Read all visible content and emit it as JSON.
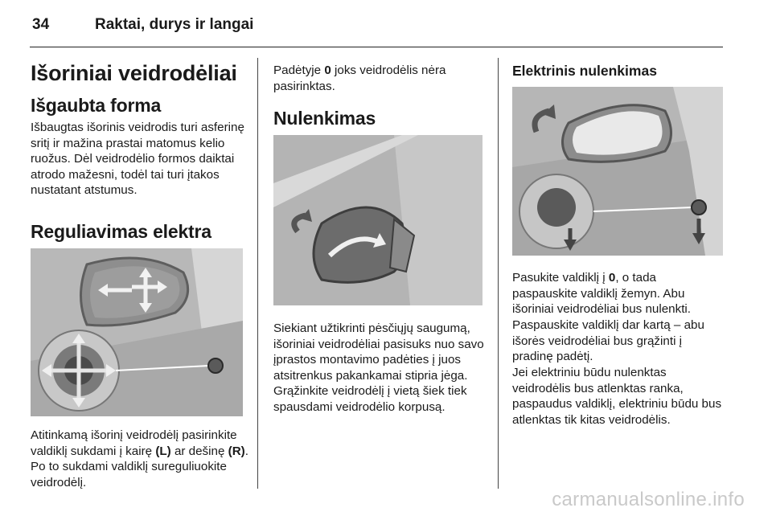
{
  "header": {
    "page_number": "34",
    "title": "Raktai, durys ir langai"
  },
  "col1": {
    "heading": "Išoriniai veidrodėliai",
    "subheading1": "Išgaubta forma",
    "para1": "Išbaugtas išorinis veidrodis turi asferinę sritį ir mažina prastai matomus kelio ruožus. Dėl veidrodėlio formos daiktai atrodo mažesni, todėl tai turi įtakos nustatant atstumus.",
    "subheading2": "Reguliavimas elektra",
    "para2_a": "Atitinkamą išorinį veidrodėlį pasirinkite valdiklį sukdami į kairę ",
    "para2_b": "(L)",
    "para2_c": " ar dešinę ",
    "para2_d": "(R)",
    "para2_e": ". Po to sukdami valdiklį sureguliuokite veidrodėlį."
  },
  "col2": {
    "para1_a": "Padėtyje ",
    "para1_b": "0",
    "para1_c": " joks veidrodėlis nėra pasirinktas.",
    "heading": "Nulenkimas",
    "para2": "Siekiant užtikrinti pėsčiųjų saugumą, išoriniai veidrodėliai pasisuks nuo savo įprastos montavimo padėties į juos atsitrenkus pakankamai stipria jėga. Grąžinkite veidrodėlį į vietą šiek tiek spausdami veidrodėlio korpusą."
  },
  "col3": {
    "heading": "Elektrinis nulenkimas",
    "para1_a": "Pasukite valdiklį į ",
    "para1_b": "0",
    "para1_c": ", o tada paspauskite valdiklį žemyn. Abu išoriniai veidrodėliai bus nulenkti.",
    "para2": "Paspauskite valdiklį dar kartą – abu išorės veidrodėliai bus grąžinti į pradinę padėtį.",
    "para3": "Jei elektriniu būdu nulenktas veidrodėlis bus atlenktas ranka, paspaudus valdiklį, elektriniu būdu bus atlenktas tik kitas veidrodėlis."
  },
  "watermark": "carmanualsonline.info"
}
